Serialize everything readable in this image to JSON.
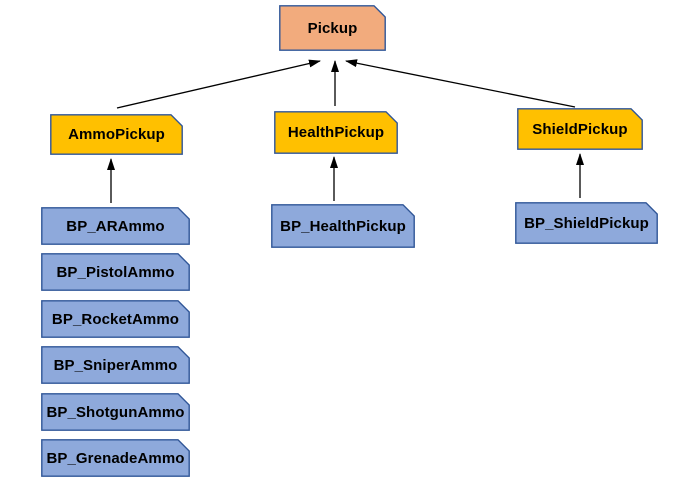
{
  "diagram": {
    "nodes": {
      "pickup": {
        "label": "Pickup",
        "kind": "base-class"
      },
      "ammo_pickup": {
        "label": "AmmoPickup",
        "kind": "category-class"
      },
      "health_pickup": {
        "label": "HealthPickup",
        "kind": "category-class"
      },
      "shield_pickup": {
        "label": "ShieldPickup",
        "kind": "category-class"
      },
      "bp_ar_ammo": {
        "label": "BP_ARAmmo",
        "kind": "blueprint"
      },
      "bp_pistol_ammo": {
        "label": "BP_PistolAmmo",
        "kind": "blueprint"
      },
      "bp_rocket_ammo": {
        "label": "BP_RocketAmmo",
        "kind": "blueprint"
      },
      "bp_sniper_ammo": {
        "label": "BP_SniperAmmo",
        "kind": "blueprint"
      },
      "bp_shotgun_ammo": {
        "label": "BP_ShotgunAmmo",
        "kind": "blueprint"
      },
      "bp_grenade_ammo": {
        "label": "BP_GrenadeAmmo",
        "kind": "blueprint"
      },
      "bp_health_pickup": {
        "label": "BP_HealthPickup",
        "kind": "blueprint"
      },
      "bp_shield_pickup": {
        "label": "BP_ShieldPickup",
        "kind": "blueprint"
      }
    },
    "edges": [
      {
        "from": "AmmoPickup",
        "to": "Pickup"
      },
      {
        "from": "HealthPickup",
        "to": "Pickup"
      },
      {
        "from": "ShieldPickup",
        "to": "Pickup"
      },
      {
        "from": "BP_ARAmmo",
        "to": "AmmoPickup"
      },
      {
        "from": "BP_HealthPickup",
        "to": "HealthPickup"
      },
      {
        "from": "BP_ShieldPickup",
        "to": "ShieldPickup"
      }
    ]
  },
  "colors": {
    "base_fill": "#F2AB7D",
    "category_fill": "#FFC000",
    "blueprint_fill": "#8EA9DB",
    "node_border": "#2F5597",
    "arrow": "#000000",
    "background": "#FFFFFF"
  }
}
